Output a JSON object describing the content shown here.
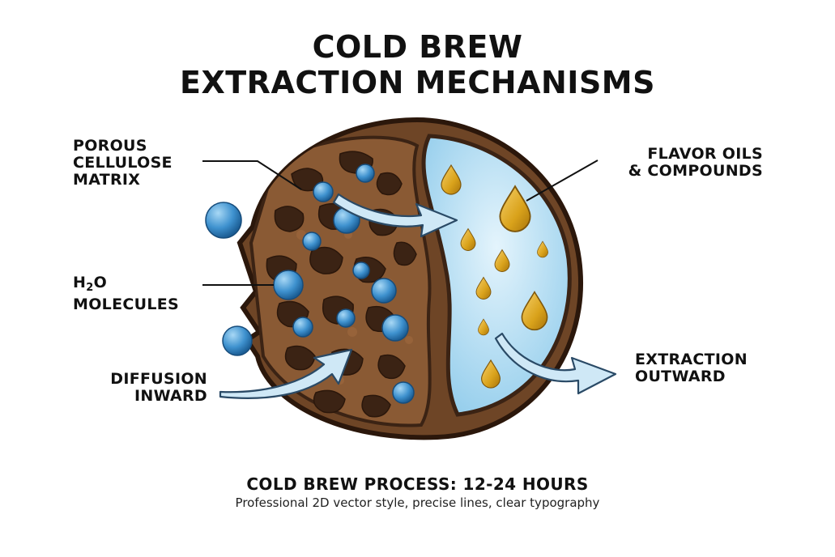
{
  "title": {
    "line1": "COLD BREW",
    "line2": "EXTRACTION MECHANISMS"
  },
  "labels": {
    "matrix": [
      "POROUS",
      "CELLULOSE",
      "MATRIX"
    ],
    "h2o": {
      "prefix": "H",
      "subscript": "2",
      "suffix": "O",
      "line2": "MOLECULES"
    },
    "diffusion": [
      "DIFFUSION",
      "INWARD"
    ],
    "flavor": [
      "FLAVOR OILS",
      "& COMPOUNDS"
    ],
    "extraction": [
      "EXTRACTION",
      "OUTWARD"
    ]
  },
  "footer": {
    "process": "COLD BREW PROCESS: 12-24 HOURS",
    "caption": "Professional 2D vector style, precise lines, clear typography"
  },
  "colors": {
    "bean_dark": "#3b2314",
    "bean_mid": "#6e4526",
    "bean_light": "#8a5a34",
    "water_blue": "#bfe3f5",
    "molecule_blue": "#3f92cf",
    "oil_gold": "#d9a21b",
    "arrow_fill": "#cfe8f6",
    "arrow_stroke": "#2a4a66"
  }
}
